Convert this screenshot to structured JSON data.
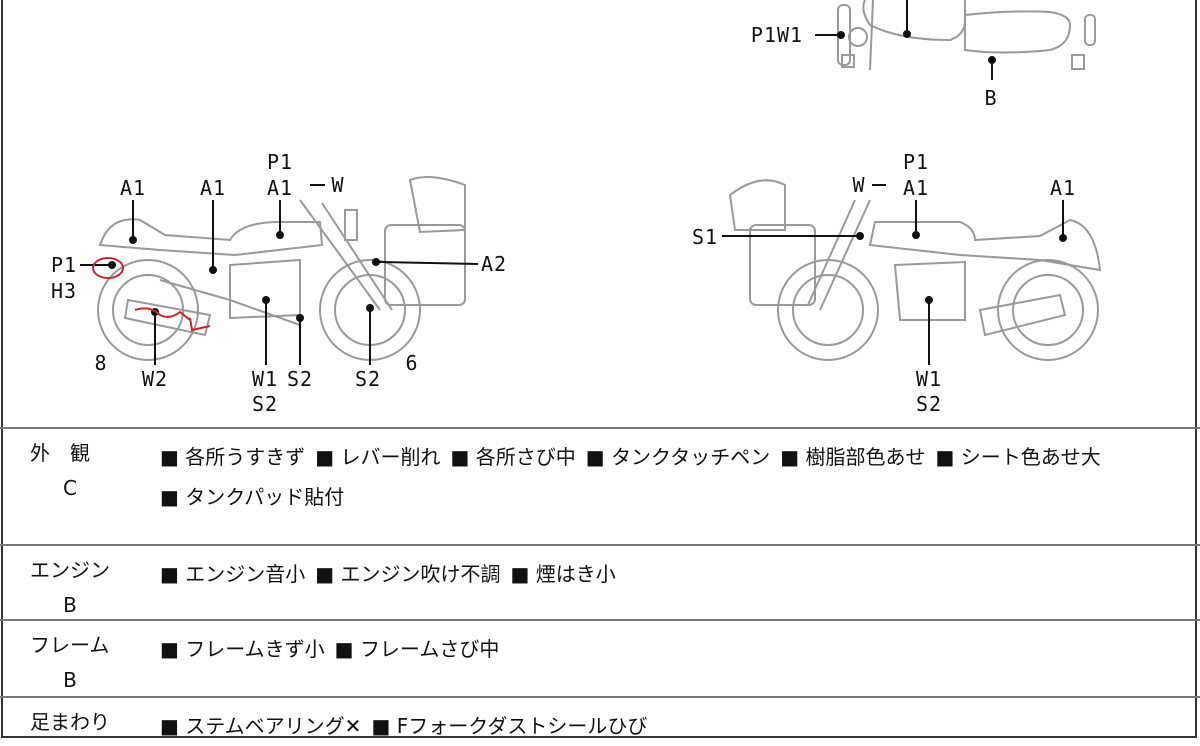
{
  "diagram": {
    "top_view_labels": {
      "p1w1": "P1W1",
      "b": "B"
    },
    "left_view_labels": {
      "a1_rear": "A1",
      "a1_side": "A1",
      "p1_tank": "P1",
      "a1_tank": "A1",
      "w_lever": "W",
      "p1_tail": "P1",
      "h3_tail": "H3",
      "a2": "A2",
      "n8": "8",
      "w2": "W2",
      "w1_engine": "W1",
      "s2_engine_a": "S2",
      "s2_engine_b": "S2",
      "s2_fork": "S2",
      "n6": "6"
    },
    "right_view_labels": {
      "p1_tank": "P1",
      "a1_tank": "A1",
      "w_lever": "W",
      "a1_rear": "A1",
      "s1": "S1",
      "w1_engine": "W1",
      "s2_engine": "S2"
    },
    "annotation_color": "#c0282d"
  },
  "sections": [
    {
      "category": "外　観",
      "grade": "C",
      "items": [
        "各所うすきず",
        "レバー削れ",
        "各所さび中",
        "タンクタッチペン",
        "樹脂部色あせ",
        "シート色あせ大",
        "タンクパッド貼付"
      ]
    },
    {
      "category": "エンジン",
      "grade": "B",
      "items": [
        "エンジン音小",
        "エンジン吹け不調",
        "煙はき小"
      ]
    },
    {
      "category": "フレーム",
      "grade": "B",
      "items": [
        "フレームきず小",
        "フレームさび中"
      ]
    },
    {
      "category": "足まわり",
      "grade": "",
      "items": [
        "ステムベアリング✕",
        "Fフォークダストシールひび"
      ]
    }
  ]
}
